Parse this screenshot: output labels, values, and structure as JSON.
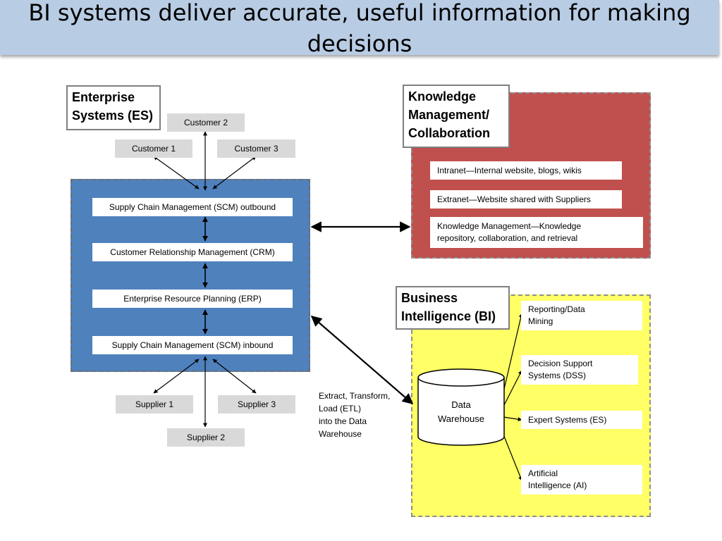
{
  "slide": {
    "title": "BI systems deliver accurate, useful information for making decisions"
  },
  "enterprise": {
    "heading": "Enterprise\nSystems (ES)",
    "customers": [
      "Customer 1",
      "Customer 2",
      "Customer 3"
    ],
    "suppliers": [
      "Supplier 1",
      "Supplier 2",
      "Supplier 3"
    ],
    "modules": [
      "Supply Chain Management (SCM) outbound",
      "Customer Relationship Management (CRM)",
      "Enterprise Resource Planning (ERP)",
      "Supply Chain Management (SCM) inbound"
    ]
  },
  "knowledge": {
    "heading": "Knowledge\nManagement/\nCollaboration",
    "items": [
      "Intranet—Internal website, blogs, wikis",
      "Extranet—Website shared with Suppliers",
      "Knowledge Management—Knowledge\nrepository, collaboration, and retrieval"
    ]
  },
  "bi": {
    "heading": "Business\nIntelligence (BI)",
    "warehouse": "Data\nWarehouse",
    "etl": "Extract, Transform,\nLoad (ETL)\ninto the Data\nWarehouse",
    "outputs": [
      "Reporting/Data\nMining",
      "Decision Support\nSystems (DSS)",
      "Expert Systems (ES)",
      "Artificial\nIntelligence (AI)"
    ]
  },
  "colors": {
    "title_bar": "#b8cce4",
    "es_panel": "#4f81bd",
    "km_panel": "#c0504d",
    "bi_panel": "#ffff66",
    "neutral_box": "#d9d9d9"
  }
}
